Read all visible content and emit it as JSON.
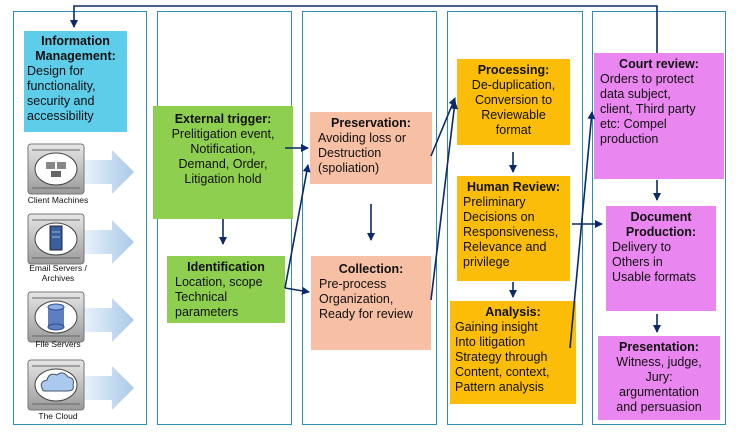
{
  "info": {
    "title": "Information Management",
    "title_suffix": ":",
    "body": "Design for\nfunctionality,\nsecurity and\naccessibility"
  },
  "servers": [
    {
      "label": "Client Machines",
      "icon": "computer-network-icon"
    },
    {
      "label": "Email Servers /\nArchives",
      "icon": "email-server-icon"
    },
    {
      "label": "File Servers",
      "icon": "database-icon"
    },
    {
      "label": "The Cloud",
      "icon": "cloud-icon"
    }
  ],
  "external_trigger": {
    "title": "External trigger:",
    "body": "Prelitigation event,\nNotification,\nDemand, Order,\nLitigation hold"
  },
  "identification": {
    "title": "Identification",
    "body": "Location,  scope\nTechnical\nparameters"
  },
  "preservation": {
    "title": "Preservation:",
    "body": "Avoiding loss or\nDestruction\n(spoliation)"
  },
  "collection": {
    "title": "Collection:",
    "body": "Pre-process\nOrganization,\nReady for review"
  },
  "processing": {
    "title": "Processing:",
    "body": "De-duplication,\nConversion to\nReviewable\nformat"
  },
  "human_review": {
    "title": "Human Review:",
    "body": "Preliminary\nDecisions on\nResponsiveness,\nRelevance and\nprivilege"
  },
  "analysis": {
    "title": "Analysis:",
    "body": "Gaining insight\nInto litigation\nStrategy through\nContent, context,\nPattern analysis"
  },
  "court_review": {
    "title": "Court review:",
    "body": "Orders to protect\ndata subject,\nclient, Third party\netc: Compel\nproduction"
  },
  "document_production": {
    "title": "Document\nProduction:",
    "body": "Delivery to\nOthers in\nUsable formats"
  },
  "presentation": {
    "title": "Presentation:",
    "body": "Witness, judge,\nJury:\nargumentation\nand persuasion"
  },
  "colors": {
    "column_border": "#2e8fb0",
    "green": "#8fcf4f",
    "peach": "#f7bfa4",
    "orange": "#fbbd07",
    "pink": "#ea86f0",
    "cyan": "#5dcdea",
    "arrow": "#0b2a6b"
  }
}
